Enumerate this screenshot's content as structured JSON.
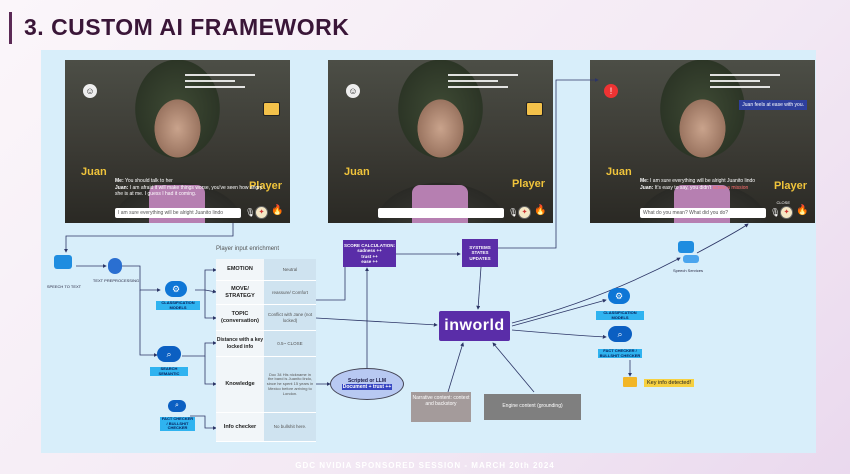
{
  "title": "3. CUSTOM AI FRAMEWORK",
  "footer": "GDC NVIDIA SPONSORED SESSION - MARCH 20th 2024",
  "frames": [
    {
      "npc_name": "Juan",
      "player_name": "Player",
      "chat": [
        {
          "speaker": "Me:",
          "text": "You should talk to her"
        },
        {
          "speaker": "Juan:",
          "text": "I am afraid it will make things worse, you've seen how angry she is at me. I guess I had it coming."
        }
      ],
      "input_text": "I am sure everything will be alright Juanito lindo"
    },
    {
      "npc_name": "Juan",
      "player_name": "Player",
      "chat": [],
      "input_text": ""
    },
    {
      "npc_name": "Juan",
      "player_name": "Player",
      "notification": "Juan feels at ease with you.",
      "chat": [
        {
          "speaker": "Me:",
          "text": "I am sure everything will be alright Juanito lindo"
        },
        {
          "speaker": "Juan:",
          "text": "It's easy to say, you didn't",
          "highlight": "screw a mission"
        }
      ],
      "input_text": "What do you mean? What did you do?",
      "distance_label": "CLOSE"
    }
  ],
  "diagram": {
    "speech_to_text": "SPEECH TO TEXT",
    "text_preprocessing": "TEXT PREPROCESSING",
    "classification_models_left": "CLASSIFICATION MODELS",
    "search_semantic": "SEARCH SEMANTIC",
    "fact_checker_left": "FACT CHECKER / BULLSHIT CHECKER",
    "enrichment_title": "Player input enrichment",
    "rows": [
      {
        "label": "EMOTION",
        "value": "Neutral"
      },
      {
        "label": "MOVE/ STRATEGY",
        "value": "reassure/ Comfort"
      },
      {
        "label": "TOPIC (conversation)",
        "value": "Conflict with Jane (not locked)"
      },
      {
        "label": "Distance with a key locked info",
        "value": "0.5~ CLOSE"
      },
      {
        "label": "Knowledge",
        "value": "Doc 34 His nickname in the band is Juanito lindo, since he spent 15 years in Mexico before arriving to London."
      },
      {
        "label": "Info checker",
        "value": "No bullshit here."
      }
    ],
    "score_calc": {
      "title": "SCORE CALCULATION:",
      "lines": [
        "sadness ++",
        "trust ++",
        "ease ++"
      ]
    },
    "systems_states": "SYSTEMS STATES UPDATES",
    "inworld": "inworld",
    "scripted_llm": "Scripted or LLM",
    "document_trust": "Document + trust ++",
    "narrative": "Narrative content: context and backstory",
    "engine": "Engine content (grounding)",
    "speech_services": "Speech Services",
    "classification_models_right": "CLASSIFICATION MODELS",
    "fact_checker_right": "FACT CHECKER / BULLSHIT CHECKER",
    "key_info": "Key info detected!"
  }
}
